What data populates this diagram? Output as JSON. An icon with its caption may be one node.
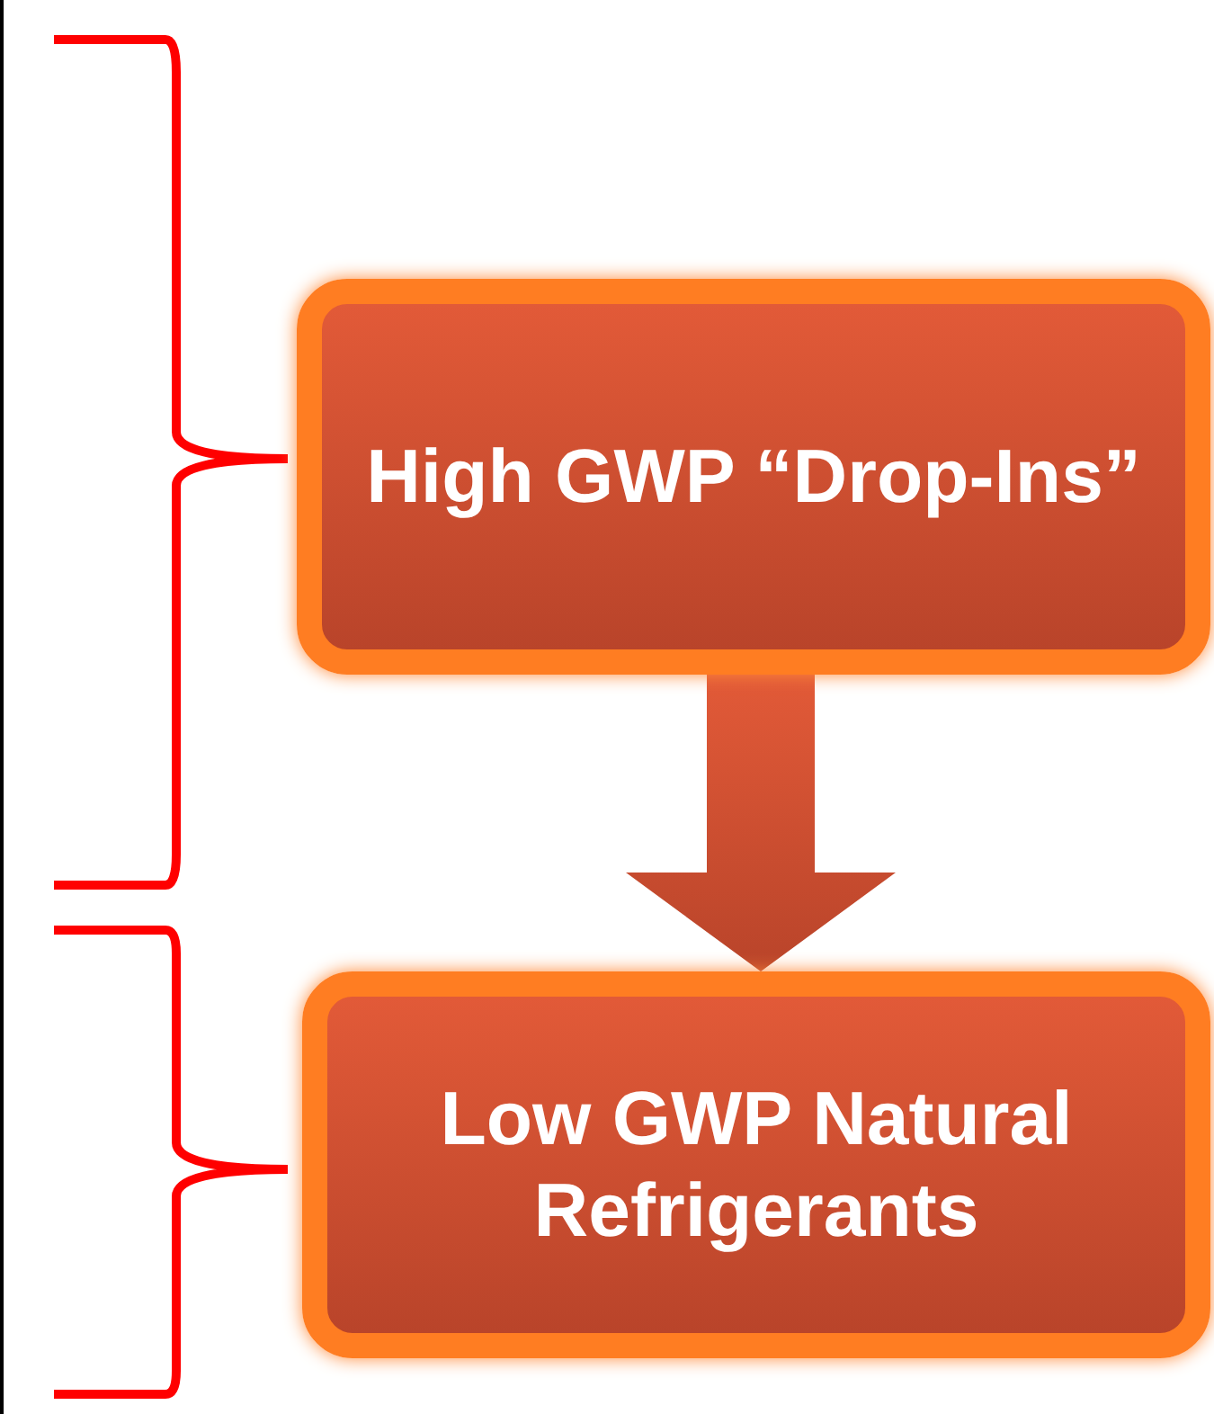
{
  "diagram": {
    "nodes": [
      {
        "text": [
          "High GWP “Drop-Ins”"
        ]
      },
      {
        "text": [
          "Low GWP Natural Refrigerants"
        ]
      }
    ],
    "edges": [
      {
        "from": 0,
        "to": 1,
        "arrow": "to"
      }
    ]
  }
}
